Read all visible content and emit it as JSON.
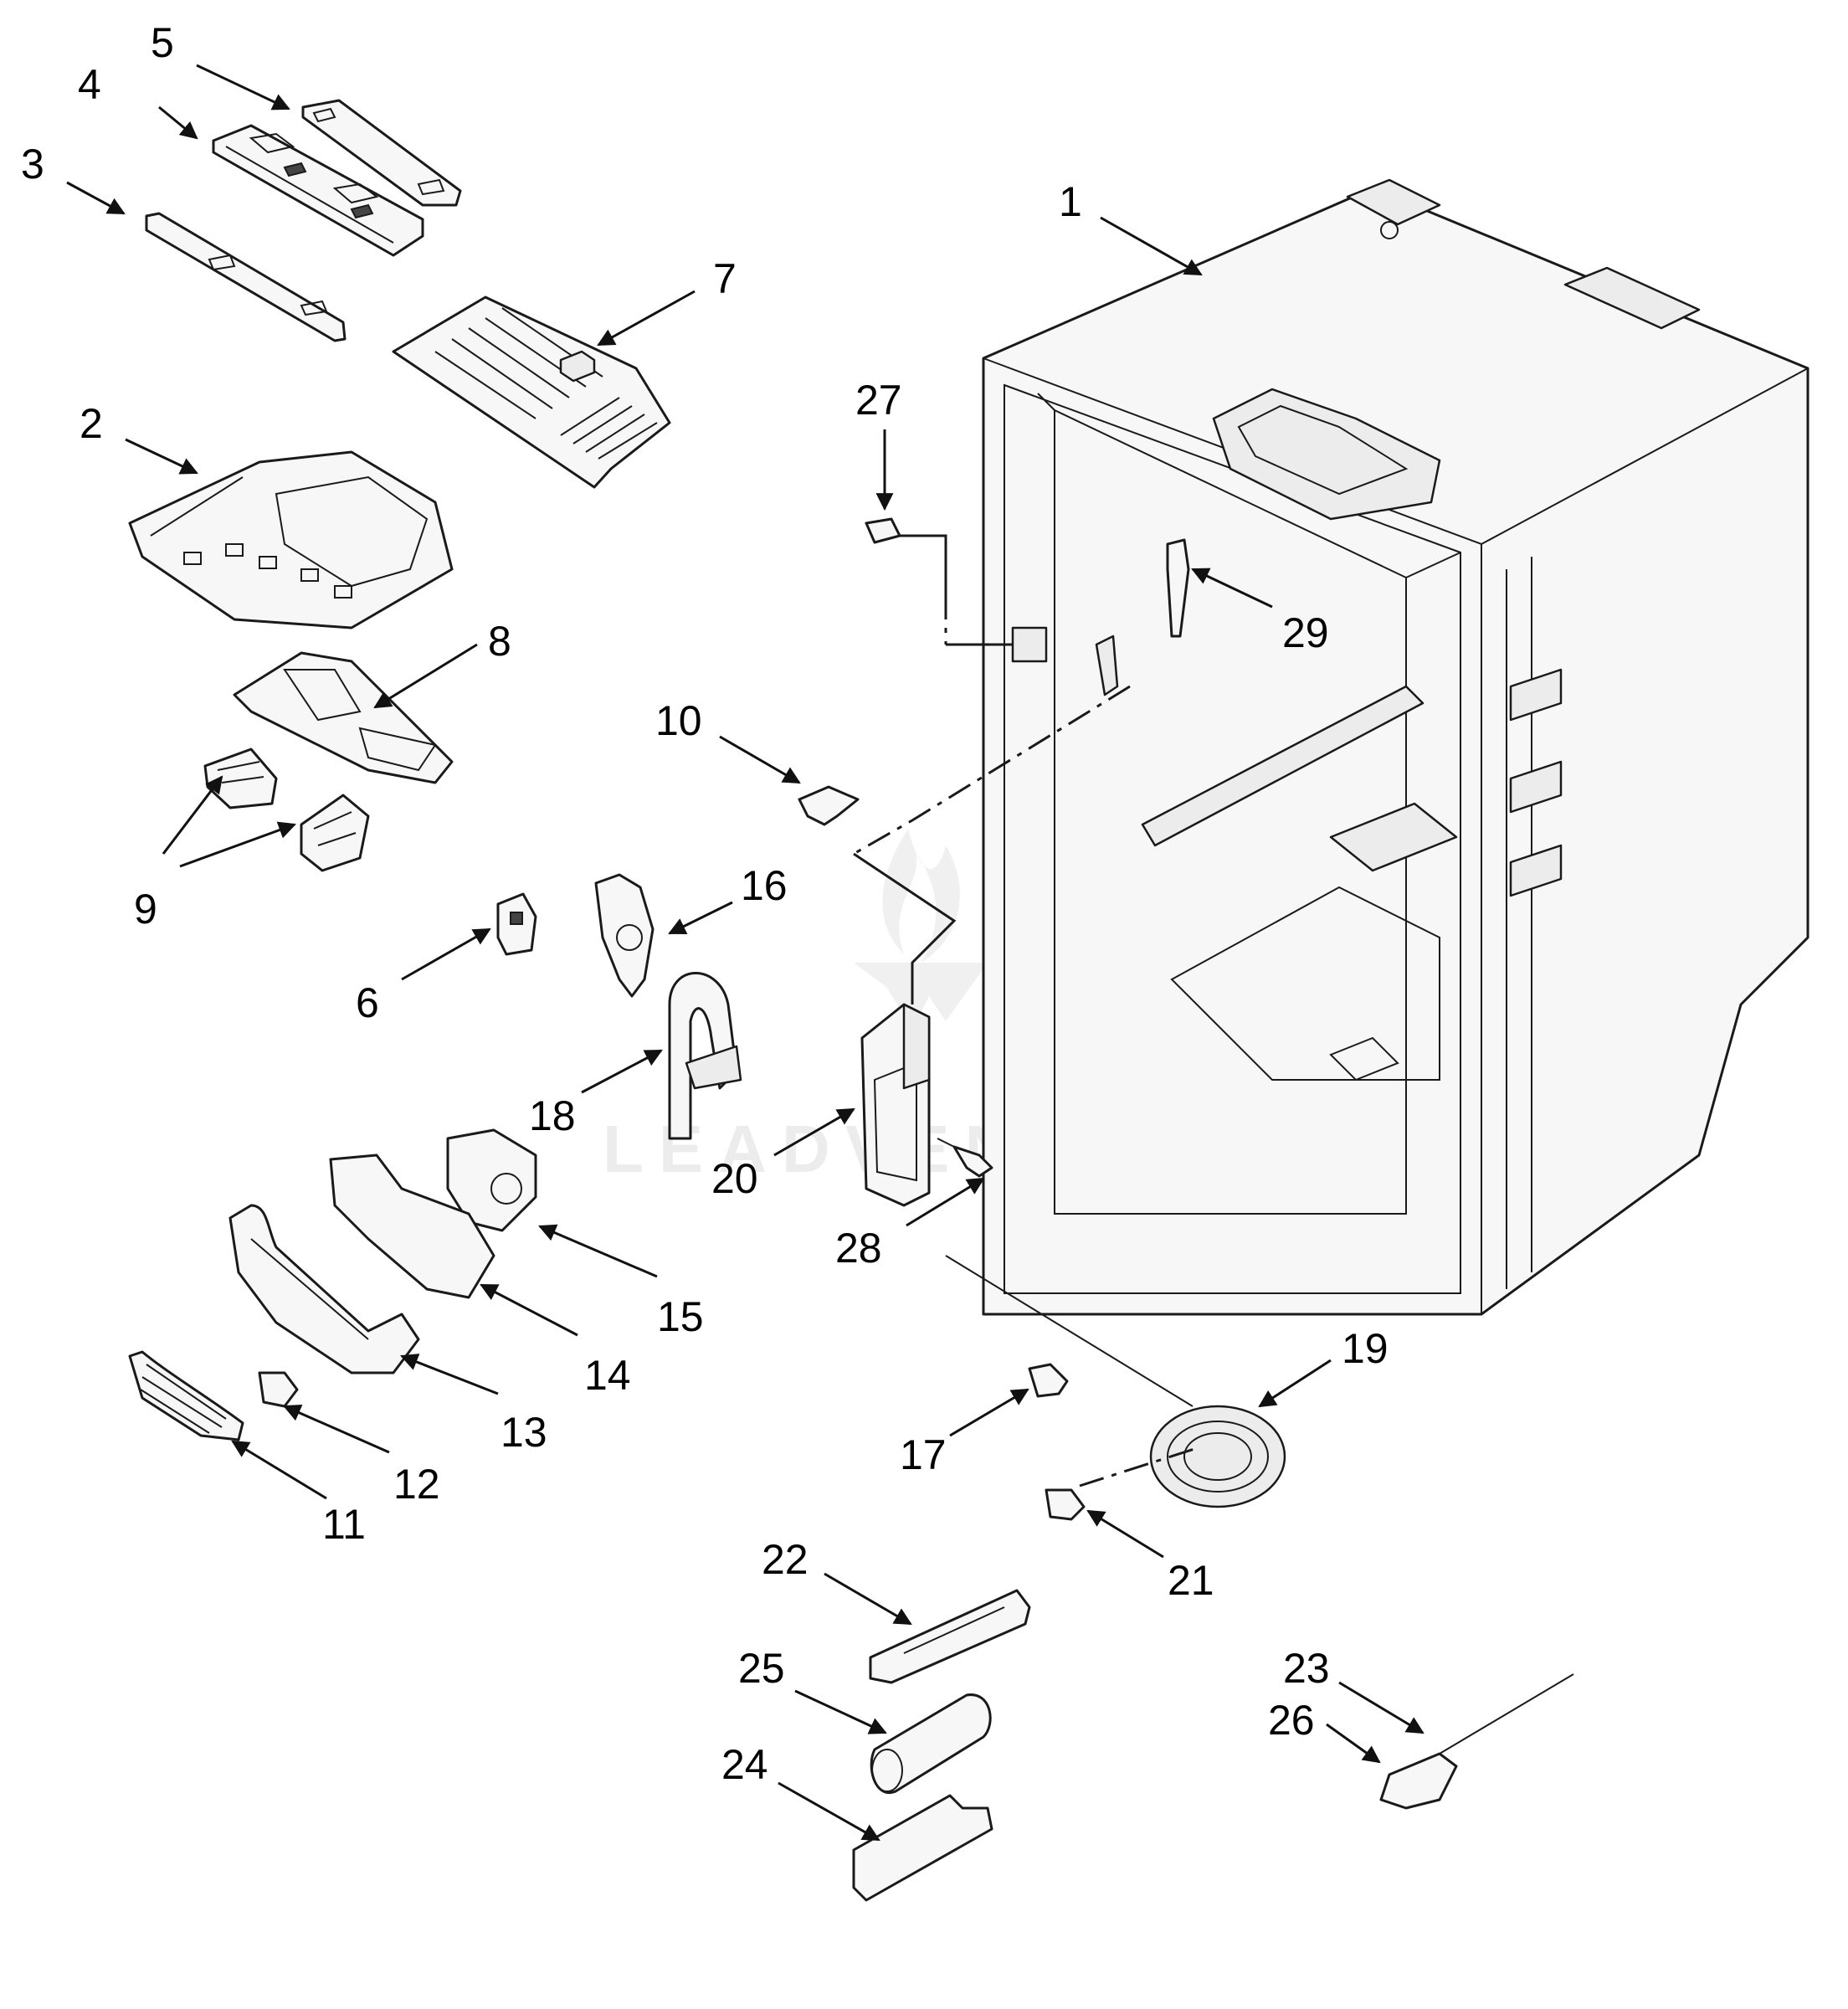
{
  "watermark": {
    "text": "LEADVENTURE"
  },
  "callouts": {
    "c1": "1",
    "c2": "2",
    "c3": "3",
    "c4": "4",
    "c5": "5",
    "c6": "6",
    "c7": "7",
    "c8": "8",
    "c9": "9",
    "c10": "10",
    "c11": "11",
    "c12": "12",
    "c13": "13",
    "c14": "14",
    "c15": "15",
    "c16": "16",
    "c17": "17",
    "c18": "18",
    "c19": "19",
    "c20": "20",
    "c21": "21",
    "c22": "22",
    "c23": "23",
    "c24": "24",
    "c25": "25",
    "c26": "26",
    "c27": "27",
    "c28": "28",
    "c29": "29"
  },
  "colors": {
    "line": "#1a1a1a",
    "fill": "#f7f7f7",
    "background": "#ffffff"
  }
}
